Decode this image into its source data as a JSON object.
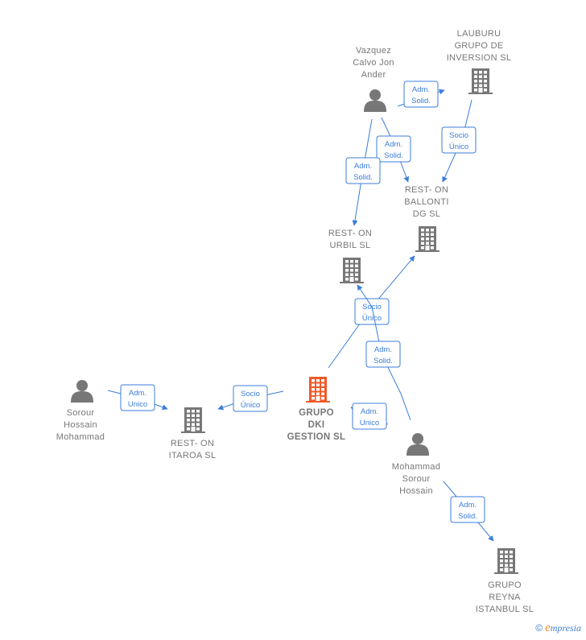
{
  "colors": {
    "edge": "#3b7dd8",
    "company": "#777777",
    "main_company": "#f05a28",
    "person": "#777777"
  },
  "nodes": [
    {
      "id": "vazquez",
      "type": "person",
      "lines": [
        "Vazquez",
        "Calvo Jon",
        "Ander"
      ]
    },
    {
      "id": "lauburu",
      "type": "company",
      "lines": [
        "LAUBURU",
        "GRUPO DE",
        "INVERSION  SL"
      ]
    },
    {
      "id": "ballonti",
      "type": "company",
      "lines": [
        "REST- ON",
        "BALLONTI",
        "DG  SL"
      ]
    },
    {
      "id": "urbil",
      "type": "company",
      "lines": [
        "REST- ON",
        "URBIL  SL"
      ]
    },
    {
      "id": "dki",
      "type": "main",
      "lines": [
        "GRUPO",
        "DKI",
        "GESTION  SL"
      ]
    },
    {
      "id": "itaroa",
      "type": "company",
      "lines": [
        "REST- ON",
        "ITAROA  SL"
      ]
    },
    {
      "id": "sorour",
      "type": "person",
      "lines": [
        "Sorour",
        "Hossain",
        "Mohammad"
      ]
    },
    {
      "id": "mohammad",
      "type": "person",
      "lines": [
        "Mohammad",
        "Sorour",
        "Hossain"
      ]
    },
    {
      "id": "reyna",
      "type": "company",
      "lines": [
        "GRUPO",
        "REYNA",
        "ISTANBUL  SL"
      ]
    }
  ],
  "edges": [
    {
      "from": "vazquez",
      "to": "lauburu",
      "label": [
        "Adm.",
        "Solid."
      ]
    },
    {
      "from": "lauburu",
      "to": "ballonti",
      "label": [
        "Socio",
        "Único"
      ]
    },
    {
      "from": "vazquez",
      "to": "ballonti",
      "label": [
        "Adm.",
        "Solid."
      ]
    },
    {
      "from": "vazquez",
      "to": "urbil",
      "label": [
        "Adm.",
        "Solid."
      ]
    },
    {
      "from": "dki",
      "to": "ballonti",
      "label": [
        "Socio",
        "Único"
      ]
    },
    {
      "from": "mohammad",
      "to": "urbil",
      "label": [
        "Adm.",
        "Solid."
      ]
    },
    {
      "from": "dki",
      "to": "itaroa",
      "label": [
        "Socio",
        "Único"
      ]
    },
    {
      "from": "sorour",
      "to": "itaroa",
      "label": [
        "Adm.",
        "Unico"
      ]
    },
    {
      "from": "mohammad",
      "to": "dki",
      "label": [
        "Adm.",
        "Unico"
      ]
    },
    {
      "from": "mohammad",
      "to": "reyna",
      "label": [
        "Adm.",
        "Solid."
      ]
    }
  ],
  "watermark": {
    "symbol": "©",
    "brand_initial": "e",
    "brand_rest": "mpresia"
  }
}
